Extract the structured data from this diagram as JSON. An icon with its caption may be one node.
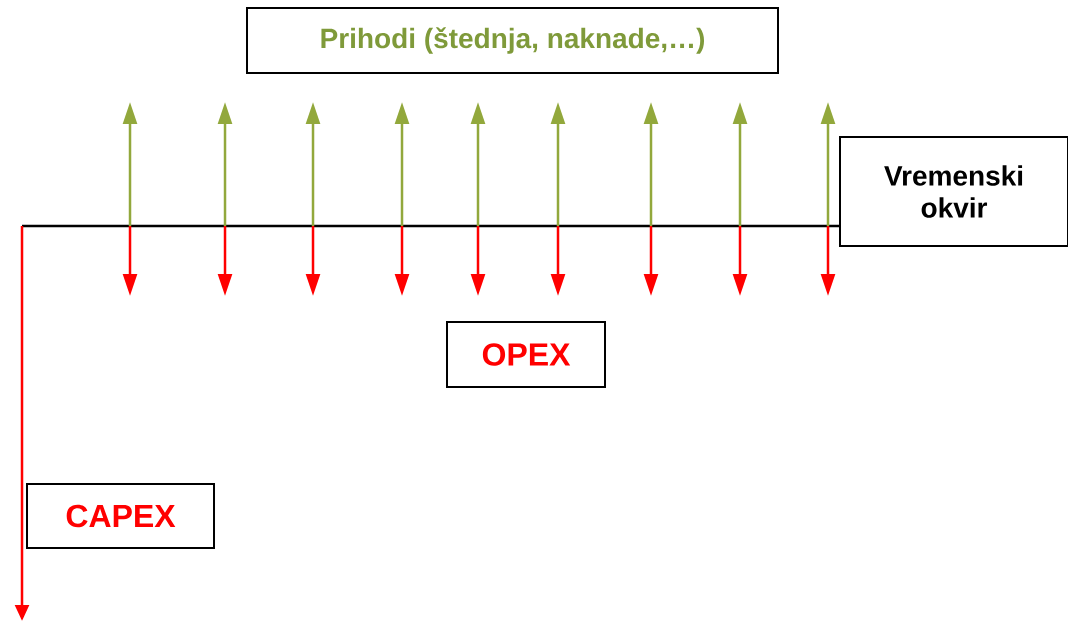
{
  "diagram": {
    "nodes": [
      {
        "text": [
          "Prihodi (štednja, naknade,…)"
        ]
      },
      {
        "text": [
          "Vremenski okvir"
        ]
      },
      {
        "text": [
          "OPEX"
        ]
      },
      {
        "text": [
          "CAPEX"
        ]
      }
    ]
  }
}
